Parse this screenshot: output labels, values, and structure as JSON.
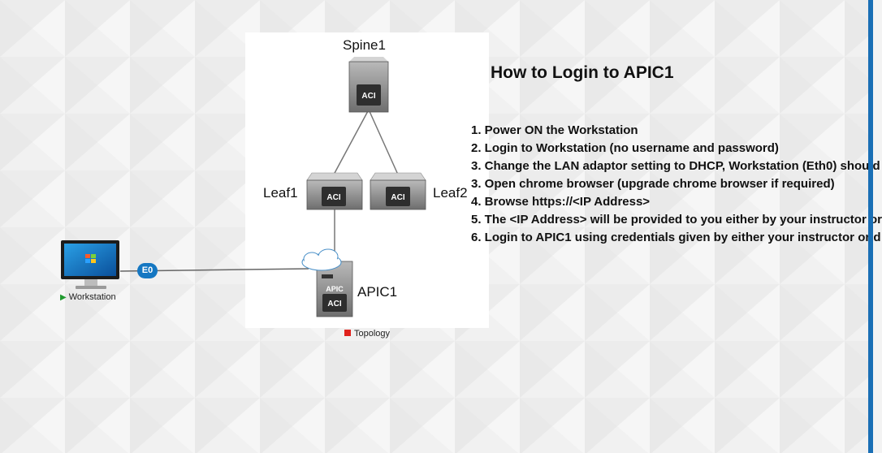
{
  "topology": {
    "tag": "Topology",
    "tag_color": "#e0221d",
    "nodes": {
      "spine1": "Spine1",
      "leaf1": "Leaf1",
      "leaf2": "Leaf2",
      "apic1": "APIC1",
      "workstation": "Workstation"
    },
    "device_badge": "ACI",
    "apic_badge": "APIC",
    "interface_label": "E0",
    "interface_color": "#1577c2",
    "workstation_status": "running"
  },
  "instructions": {
    "title": "How to Login to APIC1",
    "steps": [
      "1. Power ON the Workstation",
      "2. Login to Workstation (no username and password)",
      "3. Change the LAN adaptor setting to DHCP, Workstation (Eth0) should",
      "3. Open chrome browser (upgrade chrome browser if required)",
      "4. Browse https://<IP Address>",
      "5. The <IP Address> will be provided to you either by your instructor or",
      "6. Login to APIC1 using credentials given by either your instructor or d"
    ]
  },
  "colors": {
    "background": "#f3f3f3",
    "accent_bar": "#1a6fb5"
  }
}
